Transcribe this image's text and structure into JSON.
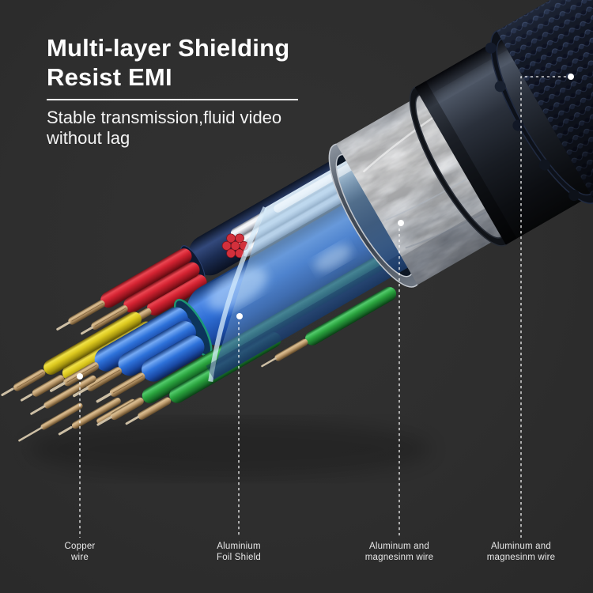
{
  "page": {
    "background_color": "#2e2e2e",
    "text_color": "#ffffff"
  },
  "header": {
    "title_line1": "Multi-layer Shielding",
    "title_line2": "Resist EMI",
    "subtitle_line1": "Stable transmission,fluid video",
    "subtitle_line2": "without lag"
  },
  "callouts": [
    {
      "label_line1": "Copper",
      "label_line2": "wire"
    },
    {
      "label_line1": "Aluminium",
      "label_line2": "Foil Shield"
    },
    {
      "label_line1": "Aluminum and",
      "label_line2": "magnesinm wire"
    },
    {
      "label_line1": "Aluminum and",
      "label_line2": "magnesinm wire"
    }
  ],
  "leader": {
    "color": "#ffffff",
    "dot_color": "#ffffff"
  },
  "cable": {
    "angle_deg": -30,
    "layers": [
      {
        "name": "copper wire strands",
        "color": "#c9a876"
      },
      {
        "name": "yellow insulated wires",
        "color": "#ddc91f"
      },
      {
        "name": "blue insulated wires",
        "color": "#2e6fd8"
      },
      {
        "name": "green insulated wires",
        "color": "#2aa33e"
      },
      {
        "name": "red insulated wires",
        "color": "#d42332"
      },
      {
        "name": "silver data wires",
        "color": "#e8eaee"
      },
      {
        "name": "translucent inner sheath",
        "color": "#8fb8dc"
      },
      {
        "name": "aluminium foil shield",
        "color": "#dfe2e6"
      },
      {
        "name": "rubber jacket",
        "color": "#23272e"
      },
      {
        "name": "braided nylon outer jacket",
        "color": "#161b26"
      }
    ]
  }
}
